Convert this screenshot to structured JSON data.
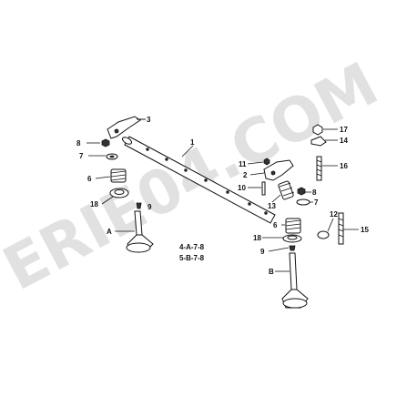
{
  "watermark": "ERIE04.COM",
  "labels": {
    "l3": "3",
    "l8a": "8",
    "l7a": "7",
    "l6a": "6",
    "l18a": "18",
    "l9a": "9",
    "lA": "A",
    "l1": "1",
    "l11": "11",
    "l2": "2",
    "l10": "10",
    "l13": "13",
    "l8b": "8",
    "l7b": "7",
    "l6b": "6",
    "l18b": "18",
    "l9b": "9",
    "lB": "B",
    "l17": "17",
    "l14": "14",
    "l16": "16",
    "l12": "12",
    "l15": "15"
  },
  "formulas": {
    "f1": "4-A-7-8",
    "f2": "5-B-7-8"
  }
}
